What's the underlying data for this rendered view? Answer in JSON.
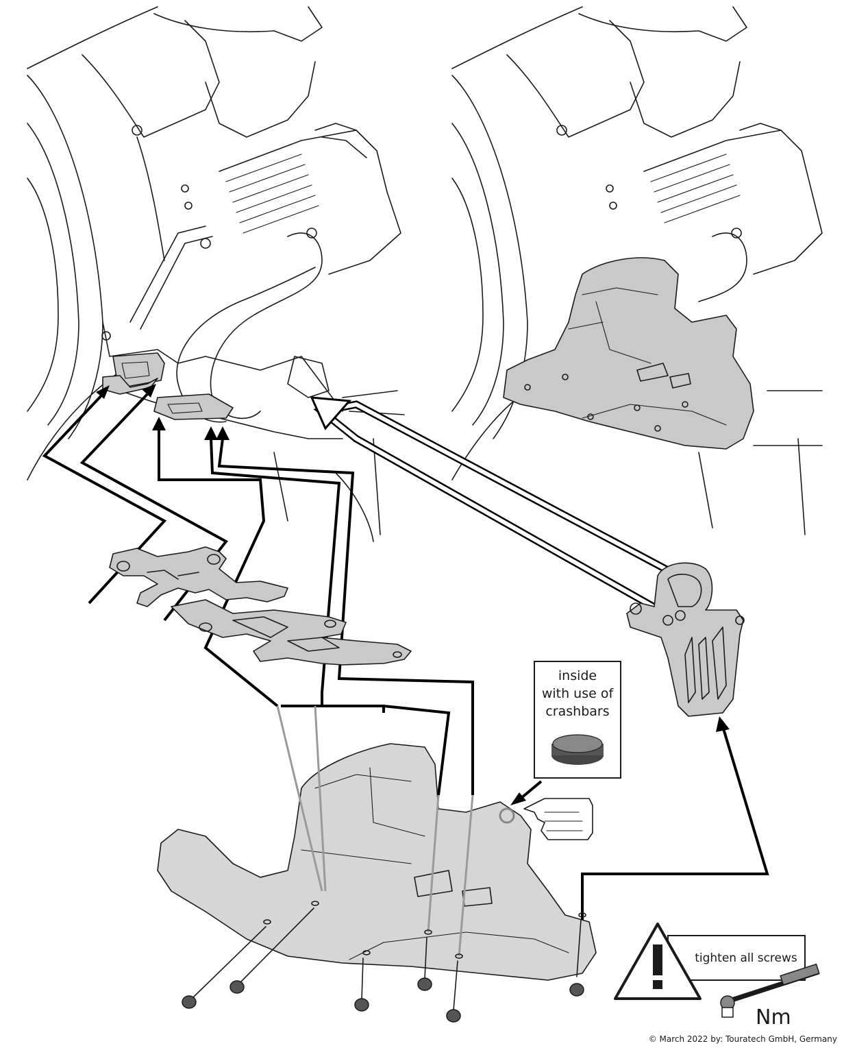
{
  "callout": {
    "lines": [
      "inside",
      "with use of",
      "crashbars"
    ]
  },
  "warning": {
    "text": "tighten all screws",
    "unit": "Nm"
  },
  "copyright": "© March 2022 by: Touratech GmbH, Germany",
  "colors": {
    "part_fill": "#c9c9c9",
    "outline": "#1a1a1a",
    "background": "#ffffff"
  },
  "icons": [
    "warning-triangle-icon",
    "pointing-hand-icon",
    "torque-wrench-icon",
    "rubber-plug-icon",
    "screw-icon"
  ]
}
